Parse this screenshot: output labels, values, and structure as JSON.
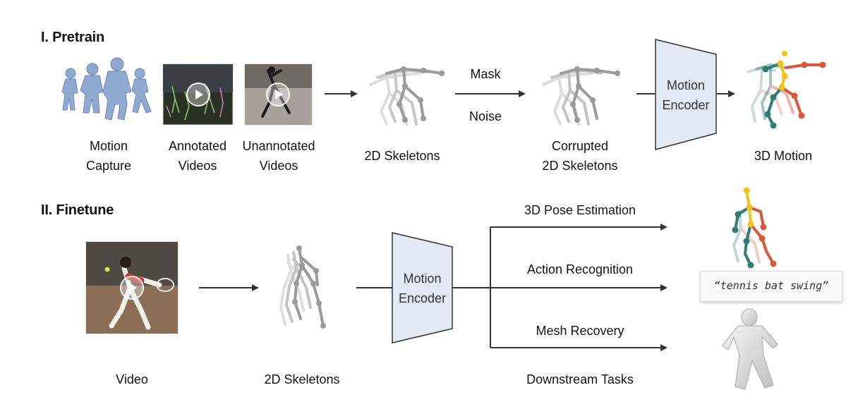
{
  "pretrain": {
    "title": "I. Pretrain",
    "motion_capture_label": "Motion\nCapture",
    "annotated_label": "Annotated\nVideos",
    "unannotated_label": "Unannotated\nVideos",
    "skeletons_label": "2D Skeletons",
    "mask_label": "Mask",
    "noise_label": "Noise",
    "corrupted_label": "Corrupted\n2D Skeletons",
    "encoder_label": "Motion\nEncoder",
    "motion3d_label": "3D Motion"
  },
  "finetune": {
    "title": "II. Finetune",
    "video_label": "Video",
    "skeletons_label": "2D Skeletons",
    "encoder_label": "Motion\nEncoder",
    "tasks": [
      {
        "label": "3D Pose Estimation"
      },
      {
        "label": "Action Recognition"
      },
      {
        "label": "Mesh Recovery"
      }
    ],
    "downstream_label": "Downstream Tasks",
    "action_caption": "“tennis bat swing”"
  },
  "colors": {
    "encoder_fill": "#e3eaf5",
    "teal": "#2e7d74",
    "yellow": "#f0c419",
    "orange": "#d9583b",
    "mocap_blue": "#8fa9d1",
    "skeleton_gray": "#8a8a8a"
  },
  "icons": [
    "play-icon",
    "arrow-icon"
  ]
}
